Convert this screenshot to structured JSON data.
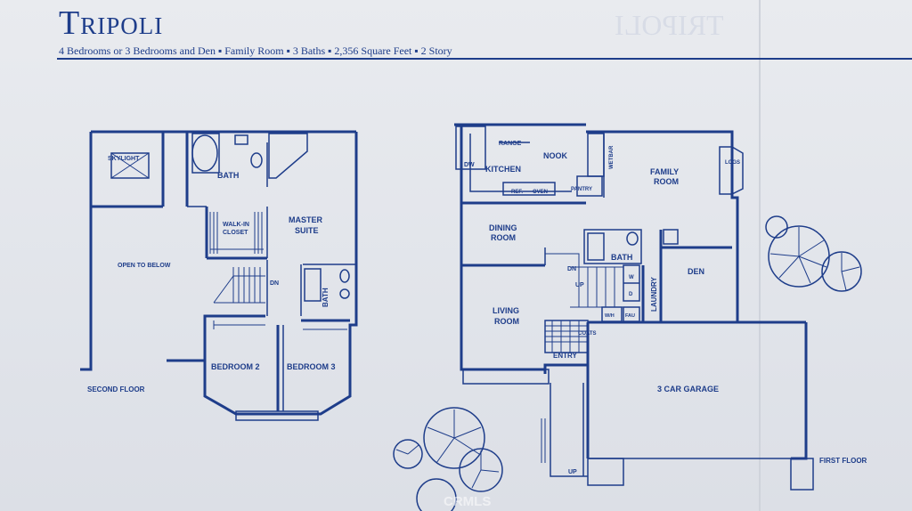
{
  "header": {
    "title": "Tripoli",
    "ghost_title": "TRIPOLI",
    "subtitle": "4 Bedrooms or 3 Bedrooms and Den ▪ Family Room ▪ 3 Baths ▪ 2,356 Square Feet ▪ 2 Story"
  },
  "colors": {
    "ink": "#1e3d8a",
    "paper": "#e4e6ea"
  },
  "second_floor": {
    "floor_label": "SECOND FLOOR",
    "skylight": "SKYLIGHT",
    "open_to_below": "OPEN TO BELOW",
    "bath_upper": "BATH",
    "walk_in_closet_1": "WALK-IN",
    "walk_in_closet_2": "CLOSET",
    "master_1": "MASTER",
    "master_2": "SUITE",
    "dn": "DN",
    "bath_side": "BATH",
    "bedroom_2": "BEDROOM 2",
    "bedroom_3": "BEDROOM 3"
  },
  "first_floor": {
    "floor_label": "FIRST FLOOR",
    "range": "RANGE",
    "nook": "NOOK",
    "wetbar": "WETBAR",
    "dw": "DW",
    "kitchen": "KITCHEN",
    "ref": "REF.",
    "oven": "OVEN",
    "pantry": "PANTRY",
    "family_1": "FAMILY",
    "family_2": "ROOM",
    "logs": "LOGS",
    "dining_1": "DINING",
    "dining_2": "ROOM",
    "bath": "BATH",
    "dn": "DN",
    "up": "UP",
    "den": "DEN",
    "laundry": "LAUNDRY",
    "w": "W",
    "d": "D",
    "wh": "W/H",
    "fau": "FAU",
    "living_1": "LIVING",
    "living_2": "ROOM",
    "coats": "COATS",
    "entry": "ENTRY",
    "garage": "3 CAR GARAGE",
    "up_walk": "UP"
  },
  "watermark": "CRMLS"
}
